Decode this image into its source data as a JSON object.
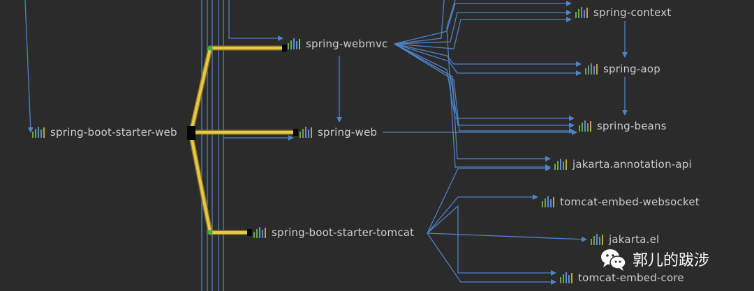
{
  "colors": {
    "edge": "#4f83c7",
    "highlight": "#e8c84a",
    "highlight_dark": "#8f7a1f",
    "node_text": "#c9cdd3",
    "dot": "#3fae3f",
    "bar_green": "#6aa84f",
    "bar_blue": "#5b8fd0",
    "bar_yellow": "#c9a43a"
  },
  "icon_name": "module-bars-icon",
  "nodes": [
    {
      "id": "spring-context",
      "label": "spring-context"
    },
    {
      "id": "spring-webmvc",
      "label": "spring-webmvc"
    },
    {
      "id": "spring-aop",
      "label": "spring-aop"
    },
    {
      "id": "spring-boot-starter-web",
      "label": "spring-boot-starter-web"
    },
    {
      "id": "spring-web",
      "label": "spring-web"
    },
    {
      "id": "spring-beans",
      "label": "spring-beans"
    },
    {
      "id": "jakarta-annotation-api",
      "label": "jakarta.annotation-api"
    },
    {
      "id": "tomcat-embed-websocket",
      "label": "tomcat-embed-websocket"
    },
    {
      "id": "spring-boot-starter-tomcat",
      "label": "spring-boot-starter-tomcat"
    },
    {
      "id": "jakarta-el",
      "label": "jakarta.el"
    },
    {
      "id": "tomcat-embed-core",
      "label": "tomcat-embed-core"
    }
  ],
  "watermark": {
    "text": "郭儿的跋涉",
    "icon": "wechat-icon"
  }
}
